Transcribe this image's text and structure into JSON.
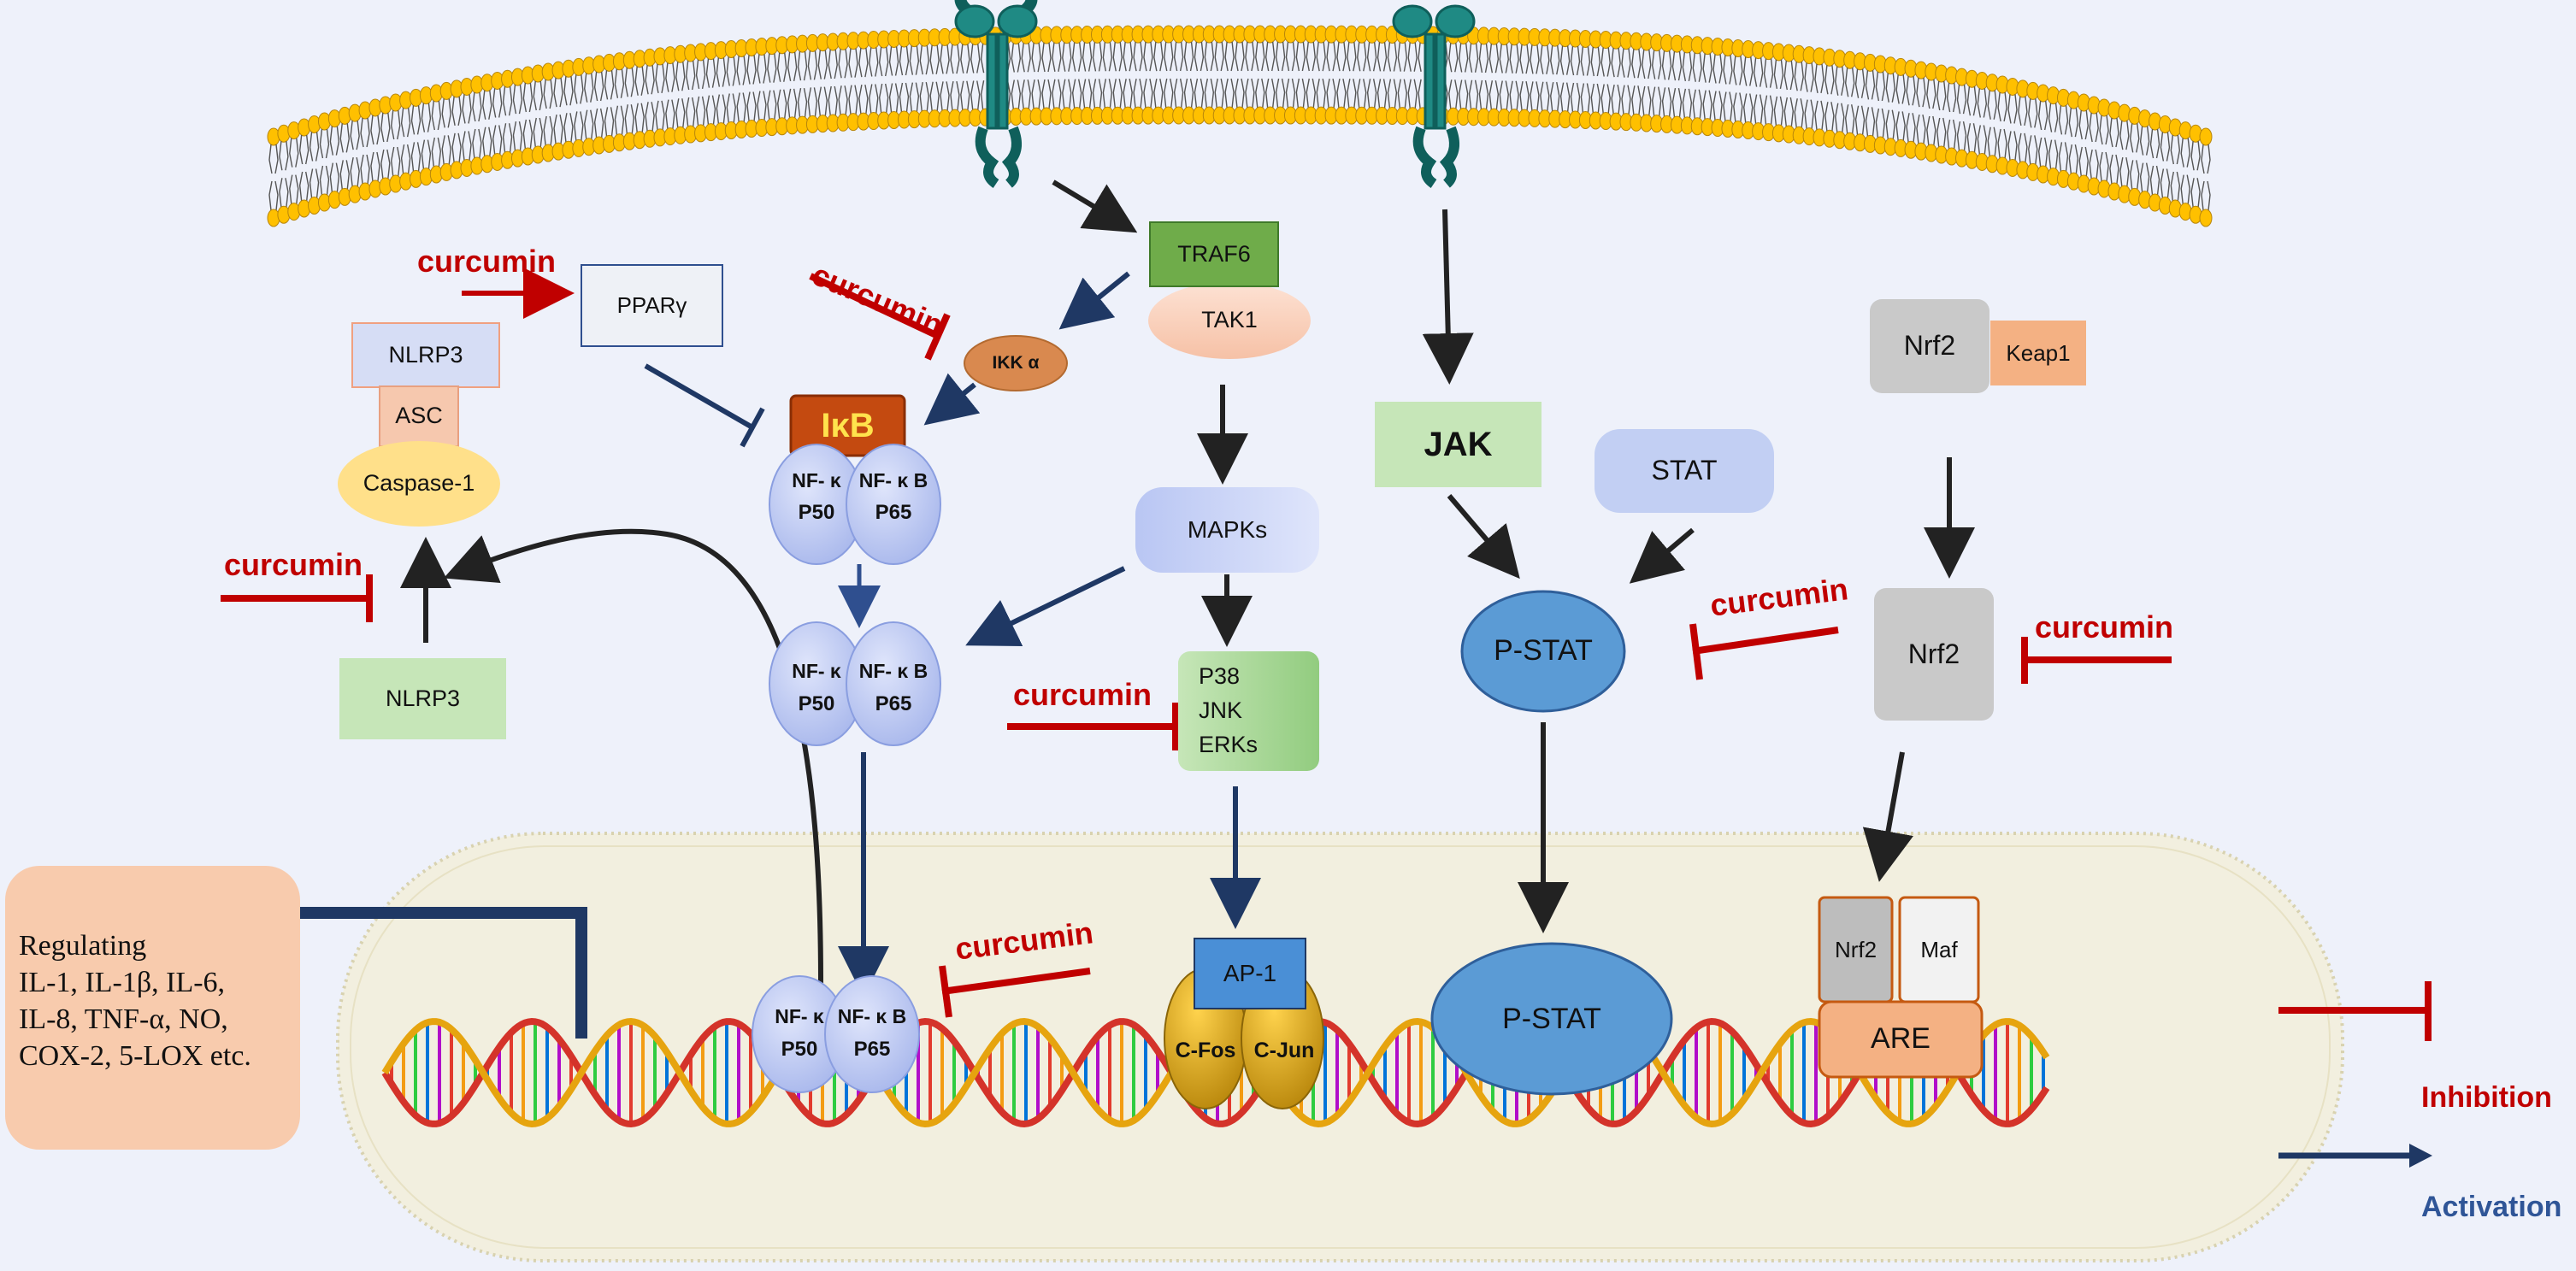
{
  "labels": {
    "traf6": "TRAF6",
    "tak1": "TAK1",
    "ikk": "IKK α",
    "ikb": "IκB",
    "pparg": "PPARγ",
    "nlrp3_top": "NLRP3",
    "asc": "ASC",
    "caspase": "Caspase-1",
    "nlrp3_bottom": "NLRP3",
    "mapks": "MAPKs",
    "p38": "P38",
    "jnk": "JNK",
    "erks": "ERKs",
    "jak": "JAK",
    "stat": "STAT",
    "pstat_cyto": "P-STAT",
    "pstat_nuc": "P-STAT",
    "nrf2_top": "Nrf2",
    "keap1": "Keap1",
    "nrf2_mid": "Nrf2",
    "nrf2_nuc": "Nrf2",
    "maf": "Maf",
    "are": "ARE",
    "ap1": "AP-1",
    "cfos": "C-Fos",
    "cjun": "C-Jun",
    "nfkb": "NF- κ",
    "nfkb_b": "NF- κ B",
    "p50": "P50",
    "p65": "P65"
  },
  "curcumin": {
    "c1": "curcumin",
    "c2": "curcumin",
    "c3": "curcumin",
    "c4": "curcumin",
    "c5": "curcumin",
    "c6": "curcumin",
    "c7": "curcumin"
  },
  "regulating": {
    "line1": "Regulating",
    "line2": "IL-1, IL-1β, IL-6,",
    "line3": "IL-8, TNF-α, NO,",
    "line4": "COX-2, 5-LOX etc."
  },
  "legend": {
    "inhibition": "Inhibition",
    "activation": "Activation"
  },
  "colors": {
    "inhibition": "#c00000",
    "activation": "#1f3864",
    "background": "#eef1fa",
    "nucleus": "#f2efdf"
  }
}
